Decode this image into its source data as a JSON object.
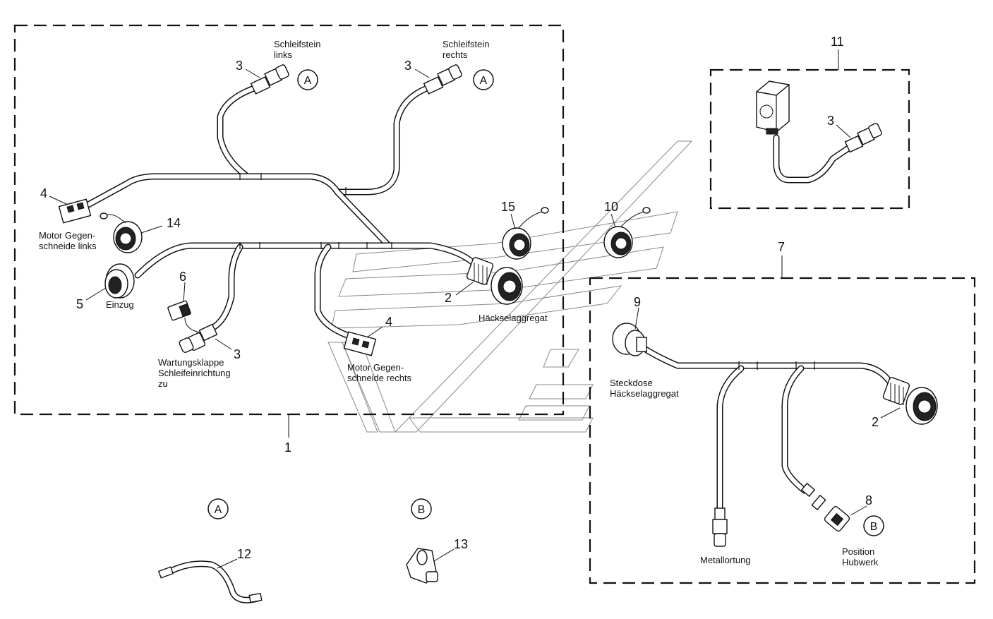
{
  "labels": {
    "schleifstein_links": [
      "Schleifstein",
      "links"
    ],
    "schleifstein_rechts": [
      "Schleifstein",
      "rechts"
    ],
    "motor_links": [
      "Motor Gegen-",
      "schneide links"
    ],
    "einzug": "Einzug",
    "wartungsklappe": [
      "Wartungsklappe",
      "Schleifeinrichtung",
      "zu"
    ],
    "motor_rechts": [
      "Motor Gegen-",
      "schneide rechts"
    ],
    "haeckselaggregat": "Häckselaggregat",
    "steckdose": [
      "Steckdose",
      "Häckselaggregat"
    ],
    "metallortung": "Metallortung",
    "position_hubwerk": [
      "Position",
      "Hubwerk"
    ]
  },
  "numbers": {
    "n1": "1",
    "n2a": "2",
    "n2b": "2",
    "n3a": "3",
    "n3b": "3",
    "n3c": "3",
    "n3d": "3",
    "n4a": "4",
    "n4b": "4",
    "n5": "5",
    "n6": "6",
    "n7": "7",
    "n8": "8",
    "n9": "9",
    "n10": "10",
    "n11": "11",
    "n12": "12",
    "n13": "13",
    "n14": "14",
    "n15": "15"
  },
  "refs": {
    "A1": "A",
    "A2": "A",
    "A3": "A",
    "B1": "B",
    "B2": "B"
  }
}
